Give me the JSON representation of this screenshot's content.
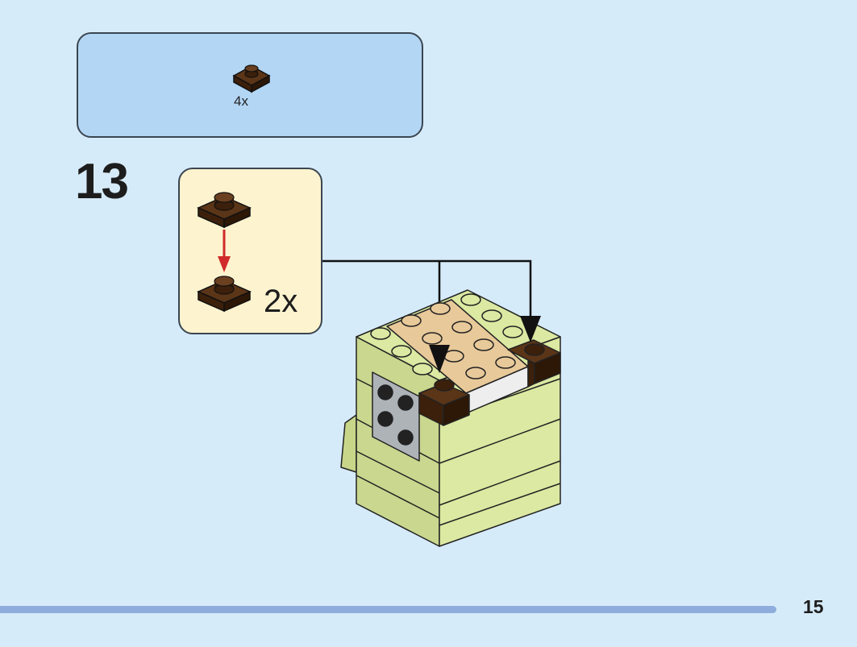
{
  "parts_list": {
    "quantity": "4x",
    "part_icon": "dark-brown-1x1-round-plate-icon"
  },
  "step": {
    "number": "13"
  },
  "subassembly": {
    "quantity": "2x",
    "stack_icon": "dark-brown-round-plates-stack-icon",
    "arrow_icon": "red-down-arrow-icon"
  },
  "model": {
    "icon": "green-brick-model-icon"
  },
  "page": {
    "number": "15"
  },
  "colors": {
    "background": "#d6ebfa",
    "parts_box": "#b3d6f4",
    "subassembly_box": "#fdf3cf",
    "page_line": "#8eaddc",
    "dark_brown": "#4a2a10",
    "lime": "#dbe9a2",
    "tan": "#e8c99a",
    "red_arrow": "#d02a2a"
  }
}
